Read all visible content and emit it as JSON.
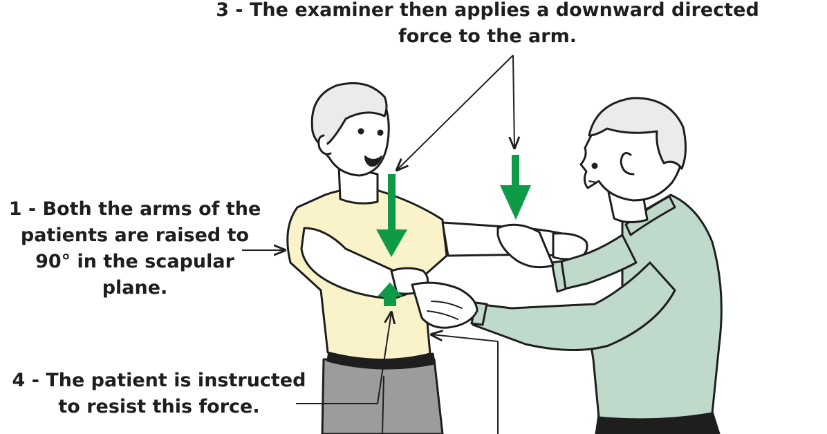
{
  "annotations": {
    "step3": [
      "3 - The examiner then applies a downward directed",
      "force to the arm."
    ],
    "step1": [
      "1 - Both the arms of the",
      "patients are raised to",
      "90° in the scapular",
      "plane."
    ],
    "step4": [
      "4 - The patient is instructed",
      "to resist this force."
    ]
  },
  "colors": {
    "patient_shirt": "#faf3c9",
    "examiner_shirt": "#bfd9cb",
    "trousers": "#9c9c9c",
    "skin": "#ffffff",
    "force_arrow": "#0e9a47",
    "outline": "#1e1e1e"
  }
}
